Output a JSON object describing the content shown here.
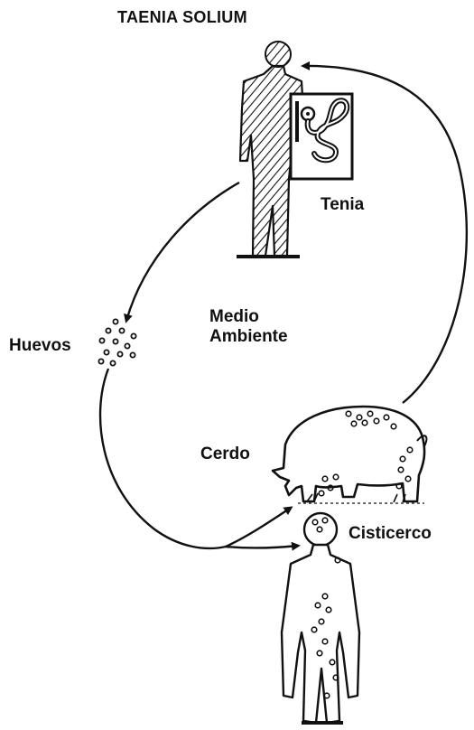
{
  "title": "TAENIA SOLIUM",
  "labels": {
    "tenia": "Tenia",
    "medio_line1": "Medio",
    "medio_line2": "Ambiente",
    "huevos": "Huevos",
    "cerdo": "Cerdo",
    "cisticerco": "Cisticerco"
  },
  "colors": {
    "ink": "#111111",
    "background": "#ffffff"
  },
  "icons": [
    "adult-human-figure-icon",
    "tapeworm-icon",
    "eggs-icon",
    "pig-icon",
    "infected-human-figure-icon",
    "arrow-head-icon"
  ]
}
